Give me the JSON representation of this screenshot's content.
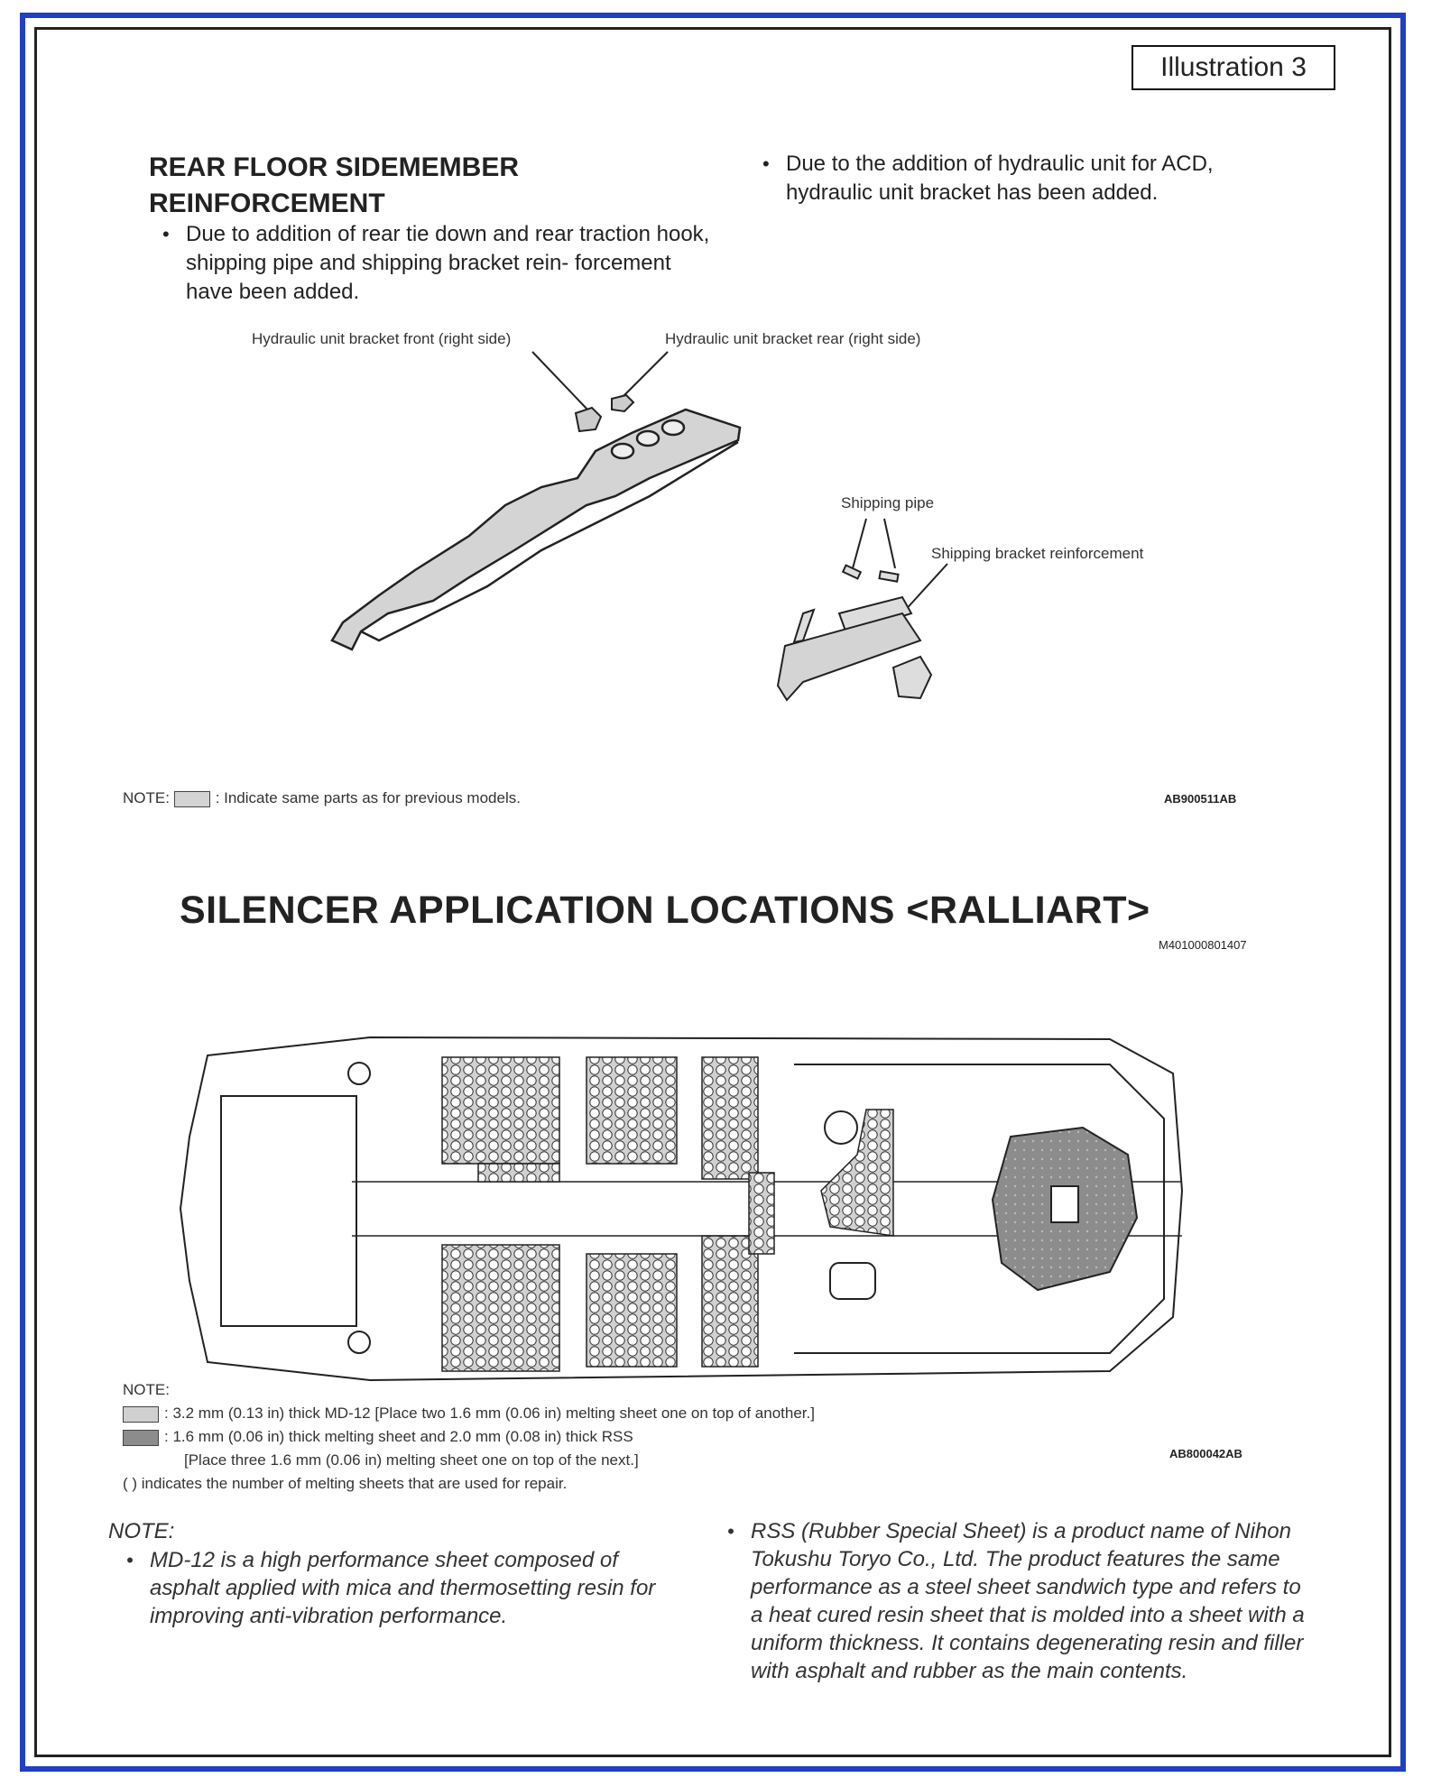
{
  "header": {
    "illustration_label": "Illustration 3"
  },
  "rear_floor": {
    "title_line1": "REAR FLOOR SIDEMEMBER",
    "title_line2": "REINFORCEMENT",
    "bullet_left": "Due to addition of rear tie down and rear traction hook, shipping pipe and shipping bracket rein- forcement  have been added.",
    "bullet_right": "Due to the addition of hydraulic unit for ACD, hydraulic unit bracket has been added."
  },
  "diagram1": {
    "label_front": "Hydraulic unit bracket front (right side)",
    "label_rear": "Hydraulic unit bracket rear (right side)",
    "label_pipe": "Shipping pipe",
    "label_reinf": "Shipping bracket reinforcement",
    "note_prefix": "NOTE:",
    "note_text": ": Indicate same parts as for previous models.",
    "code": "AB900511AB"
  },
  "silencer": {
    "title": "SILENCER APPLICATION LOCATIONS <RALLIART>",
    "ref_code": "M401000801407",
    "note_heading": "NOTE:",
    "note_md12": ": 3.2 mm (0.13 in) thick MD-12 [Place two 1.6 mm (0.06 in) melting sheet one on top of another.]",
    "note_rss_1": ": 1.6 mm (0.06 in) thick melting sheet and 2.0 mm (0.08 in) thick RSS",
    "note_rss_2": "[Place three 1.6 mm (0.06 in) melting sheet one on top of the next.]",
    "note_paren": "( ) indicates the number of melting sheets that are used for repair.",
    "code": "AB800042AB",
    "colors": {
      "md12_fill": "#d0d0d0",
      "rss_fill": "#8c8c8c"
    }
  },
  "bottom_notes": {
    "heading": "NOTE:",
    "md12": "MD-12 is a high performance sheet composed of asphalt applied with mica and thermosetting resin for improving anti-vibration performance.",
    "rss": "RSS (Rubber Special Sheet) is a product name of Nihon Tokushu Toryo Co., Ltd. The product features the same performance as a steel sheet sandwich type and refers to a heat cured resin sheet that is molded into a sheet with a uniform thickness. It contains degenerating resin and filler with asphalt and rubber as the main contents."
  }
}
